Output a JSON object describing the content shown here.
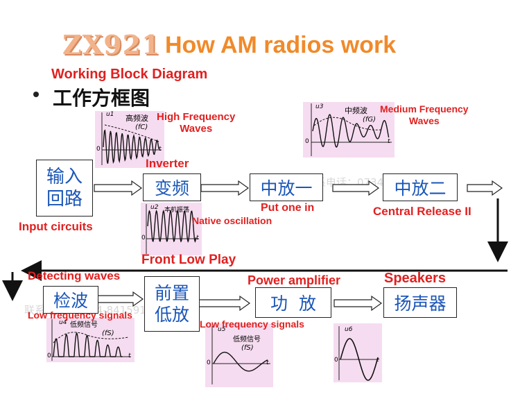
{
  "header": {
    "code": "ZX921",
    "title": "How AM radios work",
    "subtitle_en": "Working Block Diagram",
    "subtitle_cn": "工作方框图"
  },
  "blocks": {
    "input": "输入\n回路",
    "mixer": "变频",
    "if1": "中放一",
    "if2": "中放二",
    "detector": "检波",
    "preamp": "前置\n低放",
    "power": "功  放",
    "speaker": "扬声器"
  },
  "labels": {
    "input_circuits": "Input circuits",
    "inverter": "Inverter",
    "high_freq": "High Frequency\nWaves",
    "medium_freq": "Medium Frequency\nWaves",
    "put_one_in": "Put one in",
    "central_release": "Central Release II",
    "native_osc": "Native oscillation",
    "front_low_play": "Front Low Play",
    "detecting_waves": "Detecting waves",
    "low_freq_1": "Low frequency signals",
    "power_amp": "Power amplifier",
    "low_freq_2": "Low frequency signals",
    "speakers": "Speakers"
  },
  "plots": {
    "hf": {
      "axis_y": "u1",
      "name": "高频波",
      "sym": "(fC)",
      "t": "t",
      "o": "0"
    },
    "if": {
      "axis_y": "u3",
      "name": "中频波",
      "sym": "(fG)",
      "t": "t",
      "o": "0"
    },
    "lo": {
      "axis_y": "u2",
      "name": "本机振荡",
      "t": "t",
      "o": "0"
    },
    "det": {
      "axis_y": "u4",
      "name": "低频信号",
      "sym": "(fS)",
      "t": "t",
      "o": "0"
    },
    "lf": {
      "axis_y": "u5",
      "name": "低频信号",
      "sym": "(fS)",
      "t": "t",
      "o": "0"
    },
    "out": {
      "axis_y": "u6",
      "t": "t",
      "o": "0"
    }
  },
  "watermark": {
    "phone": "联系电话：0734-8415911",
    "phone2": "联系电话：0734-8415911"
  },
  "colors": {
    "block_text": "#1a56b8",
    "label_red": "#e02020",
    "plot_bg": "#f6dcf0",
    "title_orange": "#f08a2a"
  }
}
